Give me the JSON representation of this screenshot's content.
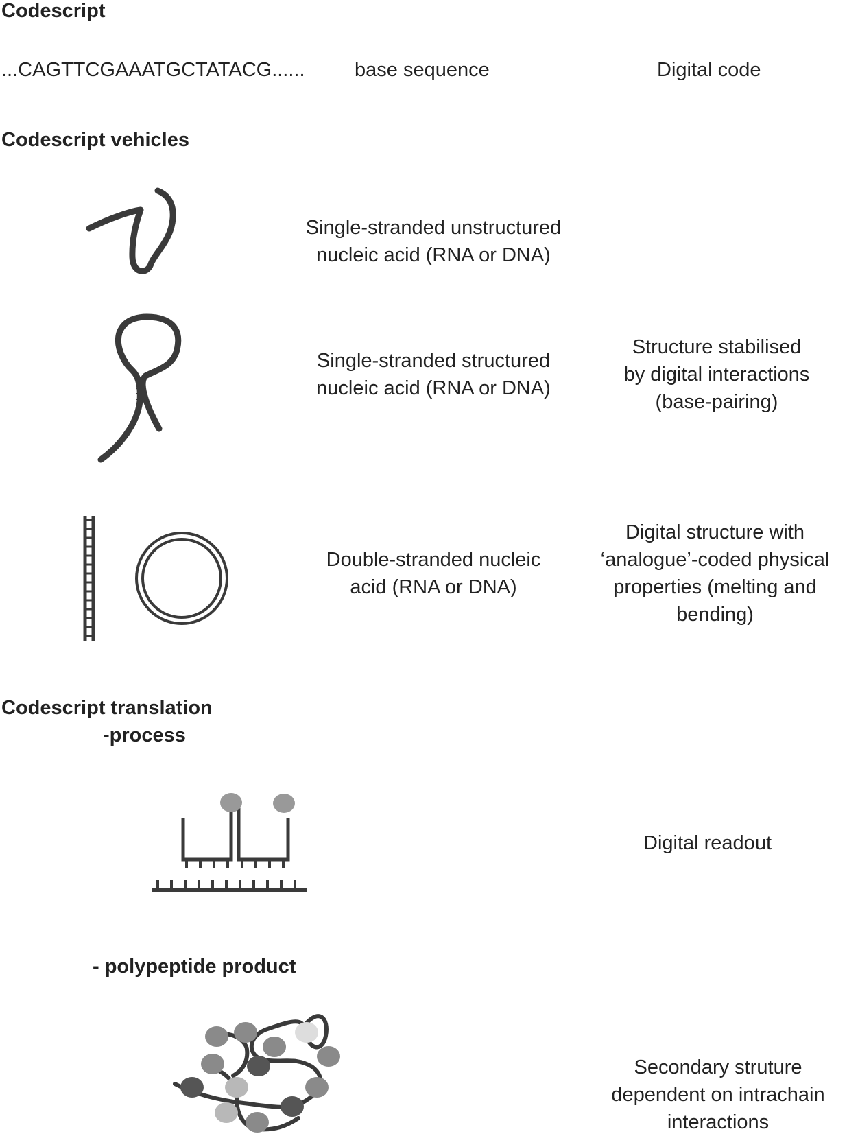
{
  "codescript": {
    "heading": "Codescript",
    "sequence": "...CAGTTCGAAATGCTATACG......",
    "sequence_label": "base sequence",
    "code_type": "Digital code"
  },
  "vehicles": {
    "heading": "Codescript vehicles",
    "items": [
      {
        "label": [
          "Single-stranded unstructured",
          "nucleic acid (RNA or DNA)"
        ],
        "note": []
      },
      {
        "label": [
          "Single-stranded structured",
          "nucleic acid (RNA or DNA)"
        ],
        "note": [
          "Structure stabilised",
          "by digital interactions",
          "(base-pairing)"
        ]
      },
      {
        "label": [
          "Double-stranded nucleic",
          "acid (RNA or DNA)"
        ],
        "note": [
          "Digital structure with",
          "‘analogue’-coded physical",
          "properties (melting and",
          "bending)"
        ]
      }
    ]
  },
  "translation": {
    "heading": [
      "Codescript translation",
      "-process"
    ],
    "readout": "Digital readout",
    "product_heading": "- polypeptide product",
    "product_note": [
      "Secondary struture",
      "dependent on intrachain",
      "interactions"
    ]
  },
  "colors": {
    "ink": "#3a3a3a",
    "text": "#222222",
    "bead_dark": "#555555",
    "bead_mid": "#8a8a8a",
    "bead_light": "#b8b8b8",
    "bead_pale": "#dddddd",
    "tRNA_head": "#999999"
  }
}
